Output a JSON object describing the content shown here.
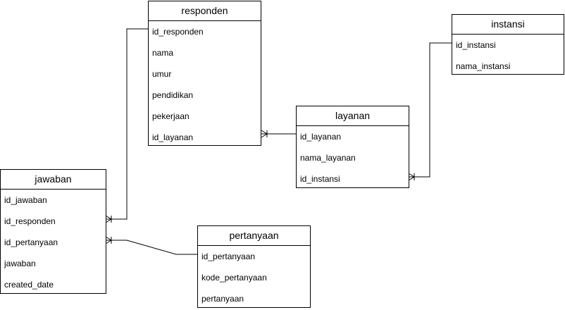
{
  "entities": {
    "responden": {
      "title": "responden",
      "fields": [
        "id_responden",
        "nama",
        "umur",
        "pendidikan",
        "pekerjaan",
        "id_layanan"
      ]
    },
    "instansi": {
      "title": "instansi",
      "fields": [
        "id_instansi",
        "nama_instansi"
      ]
    },
    "layanan": {
      "title": "layanan",
      "fields": [
        "id_layanan",
        "nama_layanan",
        "id_instansi"
      ]
    },
    "jawaban": {
      "title": "jawaban",
      "fields": [
        "id_jawaban",
        "id_responden",
        "id_pertanyaan",
        "jawaban",
        "created_date"
      ]
    },
    "pertanyaan": {
      "title": "pertanyaan",
      "fields": [
        "id_pertanyaan",
        "kode_pertanyaan",
        "pertanyaan"
      ]
    }
  },
  "relations": [
    {
      "from": "responden.id_responden",
      "to": "jawaban.id_responden",
      "type": "one-to-many"
    },
    {
      "from": "layanan.id_layanan",
      "to": "responden.id_layanan",
      "type": "one-to-many"
    },
    {
      "from": "instansi.id_instansi",
      "to": "layanan.id_instansi",
      "type": "one-to-many"
    },
    {
      "from": "pertanyaan.id_pertanyaan",
      "to": "jawaban.id_pertanyaan",
      "type": "one-to-many"
    }
  ]
}
